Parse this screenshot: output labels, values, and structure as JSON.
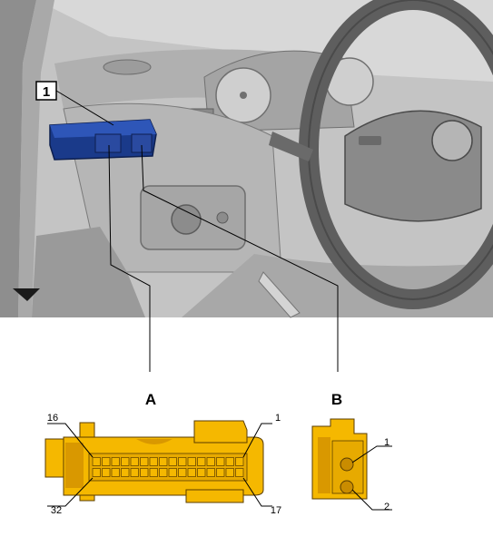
{
  "photo": {
    "callout": "1"
  },
  "connector_a": {
    "label": "A",
    "pin_top_left": "16",
    "pin_top_right": "1",
    "pin_bottom_left": "32",
    "pin_bottom_right": "17",
    "pin_rows": 2,
    "pins_per_row": 16
  },
  "connector_b": {
    "label": "B",
    "pin_top": "1",
    "pin_bottom": "2"
  },
  "colors": {
    "connector_fill": "#f5b800",
    "connector_shade": "#d99800",
    "module_blue": "#1a3a8a",
    "cabin_gray": "#b8b8b8"
  }
}
